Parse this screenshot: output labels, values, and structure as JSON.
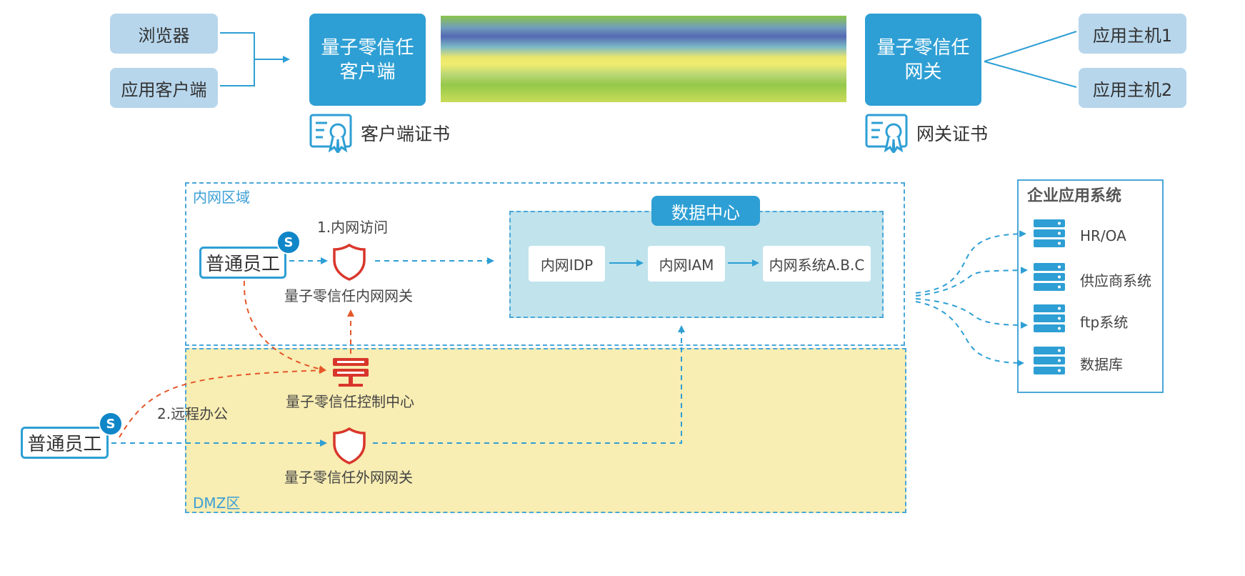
{
  "top": {
    "browser": "浏览器",
    "app_client": "应用客户端",
    "client_box": [
      "量子零信任",
      "客户端"
    ],
    "gateway_box": [
      "量子零信任",
      "网关"
    ],
    "host1": "应用主机1",
    "host2": "应用主机2",
    "client_cert": "客户端证书",
    "gateway_cert": "网关证书"
  },
  "zones": {
    "intranet_label": "内网区域",
    "dmz_label": "DMZ区"
  },
  "datacenter": {
    "title": "数据中心",
    "items": [
      "内网IDP",
      "内网IAM",
      "内网系统A.B.C"
    ]
  },
  "flow": {
    "employee_inner": "普通员工",
    "employee_outer": "普通员工",
    "badge": "S",
    "step1": "1.内网访问",
    "step2": "2.远程办公",
    "inner_gateway": "量子零信任内网网关",
    "control_center": "量子零信任控制中心",
    "outer_gateway": "量子零信任外网网关"
  },
  "enterprise": {
    "title": "企业应用系统",
    "systems": [
      "HR/OA",
      "供应商系统",
      "ftp系统",
      "数据库"
    ]
  },
  "colors": {
    "primary_blue": "#2e9fd4",
    "light_blue": "#b7d6ec",
    "dash_blue": "#4aa7d8",
    "dmz_yellow": "#f8edb2",
    "dc_blue": "#c0e3ec",
    "alert_red": "#d9362b",
    "flow_orange": "#e5572a"
  },
  "icons": {
    "certificate": "certificate-icon",
    "shield": "shield-icon",
    "server": "server-icon",
    "database_rack": "server-rack-icon"
  }
}
